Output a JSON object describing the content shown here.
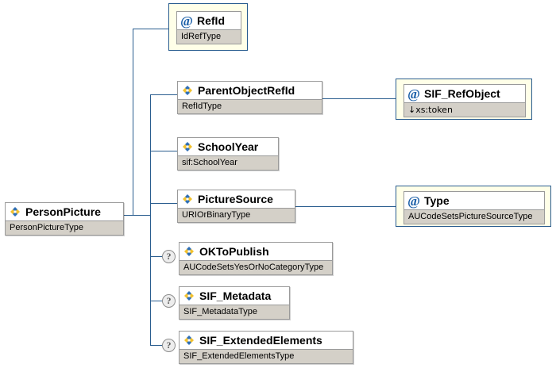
{
  "diagram": {
    "title": "PersonPicture XML Schema Diagram",
    "colors": {
      "connector": "#2a5d8f",
      "node_border": "#9a9a9a",
      "type_band": "#d4d0c8",
      "attribute_frame_fill": "#ffffe8",
      "attribute_frame_border": "#2a5d8f",
      "optional_marker_fill": "#ededed",
      "background": "#ffffff"
    },
    "root": {
      "name": "PersonPicture",
      "type": "PersonPictureType",
      "icon": "element-icon",
      "kind": "element"
    },
    "nodes": [
      {
        "id": "refid",
        "name": "RefId",
        "type": "IdRefType",
        "icon": "attribute-at-icon",
        "kind": "attribute",
        "optional": false,
        "optional_marker": ""
      },
      {
        "id": "parent-object-refid",
        "name": "ParentObjectRefId",
        "type": "RefIdType",
        "icon": "element-icon",
        "kind": "element",
        "optional": false,
        "optional_marker": ""
      },
      {
        "id": "sif-refobject",
        "name": "SIF_RefObject",
        "type": "↓xs:token",
        "icon": "attribute-at-icon",
        "kind": "attribute",
        "optional": false,
        "optional_marker": ""
      },
      {
        "id": "schoolyear",
        "name": "SchoolYear",
        "type": "sif:SchoolYear",
        "icon": "element-icon",
        "kind": "element",
        "optional": false,
        "optional_marker": ""
      },
      {
        "id": "picturesource",
        "name": "PictureSource",
        "type": "URIOrBinaryType",
        "icon": "element-icon",
        "kind": "element",
        "optional": false,
        "optional_marker": ""
      },
      {
        "id": "type",
        "name": "Type",
        "type": "AUCodeSetsPictureSourceType",
        "icon": "attribute-at-icon",
        "kind": "attribute",
        "optional": false,
        "optional_marker": ""
      },
      {
        "id": "oktopublish",
        "name": "OKToPublish",
        "type": "AUCodeSetsYesOrNoCategoryType",
        "icon": "element-icon",
        "kind": "element",
        "optional": true,
        "optional_marker": "?"
      },
      {
        "id": "sif-metadata",
        "name": "SIF_Metadata",
        "type": "SIF_MetadataType",
        "icon": "element-icon",
        "kind": "element",
        "optional": true,
        "optional_marker": "?"
      },
      {
        "id": "sif-extendedelements",
        "name": "SIF_ExtendedElements",
        "type": "SIF_ExtendedElementsType",
        "icon": "element-icon",
        "kind": "element",
        "optional": true,
        "optional_marker": "?"
      }
    ]
  }
}
